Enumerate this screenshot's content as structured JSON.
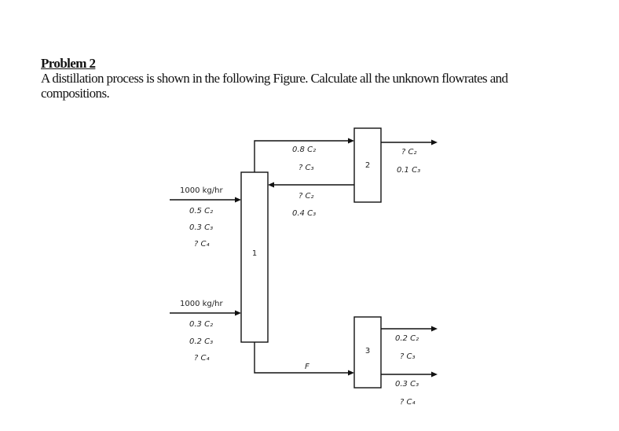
{
  "problem": {
    "title": "Problem 2",
    "body_line1": "A distillation process is shown in the following Figure.  Calculate all the unknown flowrates and",
    "body_line2": "compositions."
  },
  "units": {
    "u1": "1",
    "u2": "2",
    "u3": "3"
  },
  "feed1": {
    "rate": "1000 kg/hr",
    "c1": "0.5 C₂",
    "c2": "0.3 C₃",
    "c3": "? C₄"
  },
  "feed2": {
    "rate": "1000 kg/hr",
    "c1": "0.3 C₂",
    "c2": "0.2 C₃",
    "c3": "? C₄"
  },
  "overhead1": {
    "c1": "0.8 C₂",
    "c2": "? C₃"
  },
  "recycle": {
    "c1": "? C₂",
    "c2": "0.4 C₃"
  },
  "product2": {
    "c1": "? C₂",
    "c2": "0.1 C₃"
  },
  "bottoms1": {
    "label": "F"
  },
  "product3_top": {
    "c1": "0.2 C₂",
    "c2": "? C₃"
  },
  "product3_bottom": {
    "c1": "0.3 C₃",
    "c2": "? C₄"
  }
}
